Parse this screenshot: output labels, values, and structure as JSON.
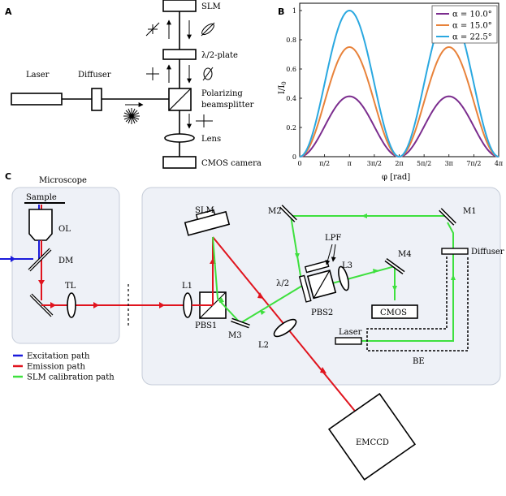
{
  "panel_a": {
    "label": "A",
    "components": {
      "slm": "SLM",
      "half_wave": "λ/2-plate",
      "pbs_line1": "Polarizing",
      "pbs_line2": "beamsplitter",
      "lens": "Lens",
      "camera": "CMOS camera",
      "laser": "Laser",
      "diffuser": "Diffuser"
    }
  },
  "panel_b": {
    "label": "B",
    "ylabel": "I/I",
    "ylabel_sub": "0",
    "xlabel": "φ [rad]"
  },
  "chart_data": {
    "type": "line",
    "xlabel": "φ [rad]",
    "ylabel": "I/I0",
    "xlim": [
      0,
      12.566
    ],
    "ylim": [
      0,
      1.05
    ],
    "xticks": [
      "0",
      "π/2",
      "π",
      "3π/2",
      "2π",
      "5π/2",
      "3π",
      "7π/2",
      "4π"
    ],
    "yticks": [
      "0",
      "0.2",
      "0.4",
      "0.6",
      "0.8",
      "1"
    ],
    "legend_position": "top-right",
    "series": [
      {
        "name": "α = 10.0°",
        "color": "#7b2d8e",
        "peak": 0.413
      },
      {
        "name": "α = 15.0°",
        "color": "#e8823a",
        "peak": 0.75
      },
      {
        "name": "α = 22.5°",
        "color": "#2aa8e0",
        "peak": 1.0
      }
    ]
  },
  "panel_c": {
    "label": "C",
    "microscope": "Microscope",
    "sample": "Sample",
    "ol": "OL",
    "dm": "DM",
    "tl": "TL",
    "slm": "SLM",
    "m1": "M1",
    "m2": "M2",
    "m3": "M3",
    "m4": "M4",
    "lpf": "LPF",
    "l1": "L1",
    "l2": "L2",
    "l3": "L3",
    "pbs1": "PBS1",
    "pbs2": "PBS2",
    "half_wave": "λ/2",
    "diffuser": "Diffuser",
    "cmos": "CMOS",
    "laser": "Laser",
    "be": "BE",
    "emccd": "EMCCD",
    "legend": [
      {
        "label": "Excitation path",
        "color": "#1a1adb"
      },
      {
        "label": "Emission path",
        "color": "#e0141e"
      },
      {
        "label": "SLM calibration path",
        "color": "#3ee03e"
      }
    ]
  }
}
